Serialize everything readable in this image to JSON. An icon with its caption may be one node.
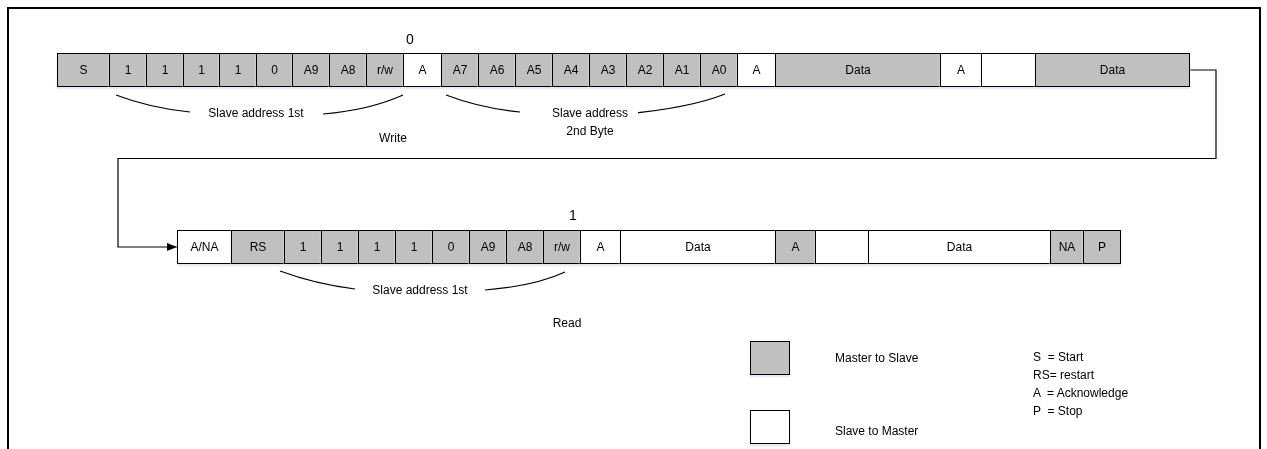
{
  "diagram": {
    "nodes": [
      {
        "text": [
          "S"
        ]
      },
      {
        "text": [
          "1"
        ]
      },
      {
        "text": [
          "1"
        ]
      },
      {
        "text": [
          "1"
        ]
      },
      {
        "text": [
          "1"
        ]
      },
      {
        "text": [
          "0"
        ]
      },
      {
        "text": [
          "A9"
        ]
      },
      {
        "text": [
          "A8"
        ]
      },
      {
        "text": [
          "r/w"
        ]
      },
      {
        "text": [
          "A"
        ]
      },
      {
        "text": [
          "A7"
        ]
      },
      {
        "text": [
          "A6"
        ]
      },
      {
        "text": [
          "A5"
        ]
      },
      {
        "text": [
          "A4"
        ]
      },
      {
        "text": [
          "A3"
        ]
      },
      {
        "text": [
          "A2"
        ]
      },
      {
        "text": [
          "A1"
        ]
      },
      {
        "text": [
          "A0"
        ]
      },
      {
        "text": [
          "A"
        ]
      },
      {
        "text": [
          "Data"
        ]
      },
      {
        "text": [
          "A"
        ]
      },
      {
        "text": [],
        "shape": "box"
      },
      {
        "text": [
          "Data"
        ]
      },
      {
        "text": [
          "A/NA"
        ]
      },
      {
        "text": [
          "RS"
        ]
      },
      {
        "text": [
          "1"
        ]
      },
      {
        "text": [
          "1"
        ]
      },
      {
        "text": [
          "1"
        ]
      },
      {
        "text": [
          "1"
        ]
      },
      {
        "text": [
          "0"
        ]
      },
      {
        "text": [
          "A9"
        ]
      },
      {
        "text": [
          "A8"
        ]
      },
      {
        "text": [
          "r/w"
        ]
      },
      {
        "text": [
          "A"
        ]
      },
      {
        "text": [
          "Data"
        ]
      },
      {
        "text": [
          "A"
        ]
      },
      {
        "text": [],
        "shape": "box"
      },
      {
        "text": [
          "Data"
        ]
      },
      {
        "text": [
          "NA"
        ]
      },
      {
        "text": [
          "P"
        ]
      }
    ],
    "edges": [
      {
        "from": 22,
        "to": 23,
        "arrow": "to"
      }
    ],
    "labels": [
      "0",
      "Slave address 1st",
      "Write",
      "Slave address 2nd Byte",
      "1",
      "Slave address 1st",
      "Read",
      "S  = Start",
      "RS= restart",
      "A  = Acknowledge",
      "P  = Stop"
    ],
    "legend": [
      {
        "text": "Master to Slave",
        "color": "#c0c0c0"
      },
      {
        "text": "Slave to Master",
        "color": "#ffffff"
      }
    ]
  }
}
